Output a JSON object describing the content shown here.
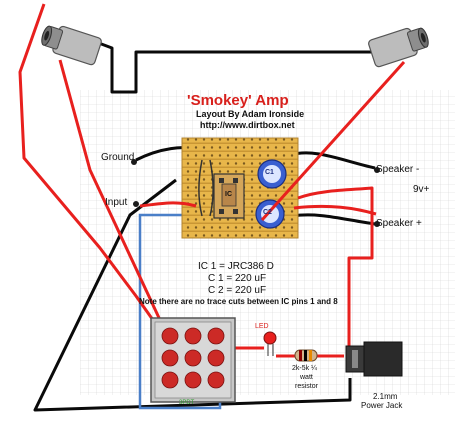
{
  "title": "'Smokey' Amp",
  "subtitle": "Layout By Adam Ironside",
  "url": "http://www.dirtbox.net",
  "terminals": {
    "ground": "Ground",
    "input": "Input",
    "speaker_minus": "Speaker -",
    "nine_volt": "9v+",
    "speaker_plus": "Speaker +"
  },
  "components": {
    "ic_label": "IC",
    "c1_label": "C1",
    "c2_label": "C2",
    "led_label": "LED",
    "resistor_label_1": "2k-5k ¼",
    "resistor_label_2": "watt",
    "resistor_label_3": "resistor",
    "power_jack_label_1": "2.1mm",
    "power_jack_label_2": "Power Jack",
    "switch_label": "3PDT"
  },
  "parts_list": {
    "ic": "IC 1 = JRC386 D",
    "c1": "C 1 = 220 uF",
    "c2": "C 2 = 220 uF",
    "note": "Note there are no trace cuts between IC pins 1 and 8"
  },
  "colors": {
    "wire_red": "#e8201e",
    "wire_black": "#0a0a0a",
    "wire_blue": "#4a7fc8",
    "stripboard": "#e8b64a",
    "title_red": "#d8201c",
    "capacitor_blue": "#3a5fd0"
  }
}
